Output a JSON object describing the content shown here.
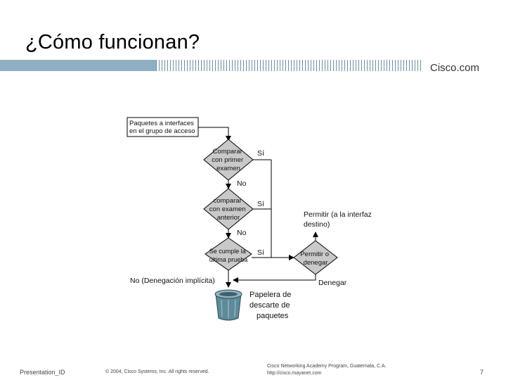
{
  "header": {
    "title": "¿Cómo funcionan?",
    "logo_text": "Cisco.com"
  },
  "diagram": {
    "start_box": [
      "Paquetes a interfaces",
      "en el grupo de acceso"
    ],
    "decision1": [
      "Comparar",
      "con primer",
      "examen"
    ],
    "decision2": [
      "comparar",
      "con examen",
      "anterior"
    ],
    "decision3": [
      "Se cumple la",
      "última prueba"
    ],
    "permit_or_deny": [
      "Permitir o",
      "denegar"
    ],
    "yes_label": "Sí",
    "no_label": "No",
    "permit_label": [
      "Permitir (a la interfaz",
      "destino)"
    ],
    "deny_label": "Denegar",
    "implicit_deny_label": "No (Denegación implícita)",
    "bin_label": [
      "Papelera de",
      "descarte de",
      "paquetes"
    ]
  },
  "footer": {
    "presentation_id": "Presentation_ID",
    "copyright": "© 2004, Cisco Systems, Inc. All rights reserved.",
    "academy_line1": "Cisco Networking Academy Program, Guatemala, C.A.",
    "academy_line2": "http://cisco.mayanet.com",
    "page_number": "7"
  },
  "colors": {
    "band": "#8fb0c4",
    "diamond_fill": "#c9c9c9",
    "bin_fill": "#5f8a99"
  }
}
